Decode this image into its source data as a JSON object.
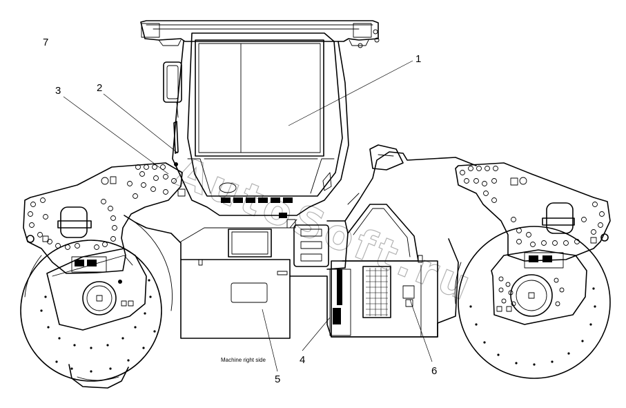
{
  "figure": {
    "caption": "Machine right side",
    "watermark": "AutoSoft.ru",
    "callouts": [
      {
        "id": "c1",
        "label": "1"
      },
      {
        "id": "c2",
        "label": "2"
      },
      {
        "id": "c3",
        "label": "3"
      },
      {
        "id": "c4",
        "label": "4"
      },
      {
        "id": "c5",
        "label": "5"
      },
      {
        "id": "c6",
        "label": "6"
      },
      {
        "id": "c7",
        "label": "7"
      }
    ]
  }
}
